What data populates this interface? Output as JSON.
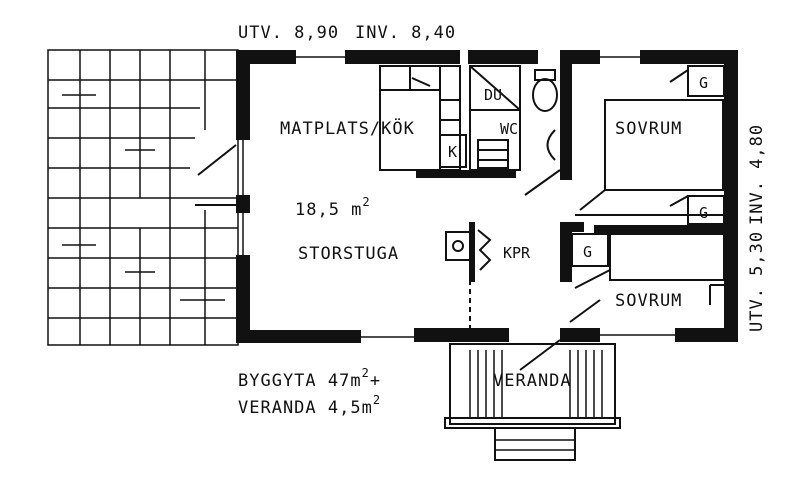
{
  "dims": {
    "top_outer": "UTV. 8,90",
    "top_inner": "INV. 8,40",
    "right_outer": "UTV. 5,30",
    "right_inner": "INV. 4,80"
  },
  "rooms": {
    "dining_kitchen": "MATPLATS/KÖK",
    "living_area": "18,5 m",
    "living_area_sup": "2",
    "living": "STORSTUGA",
    "shower": "DU",
    "wc": "WC",
    "bedroom_1": "SOVRUM",
    "bedroom_2": "SOVRUM",
    "closet_symbol": "G",
    "fridge_symbol": "K",
    "chimney": "KPR",
    "veranda": "VERANDA"
  },
  "summary": {
    "building_area": "BYGGYTA 47m",
    "building_area_sup": "2",
    "building_area_plus": "+",
    "veranda_area": "VERANDA 4,5m",
    "veranda_area_sup": "2"
  }
}
